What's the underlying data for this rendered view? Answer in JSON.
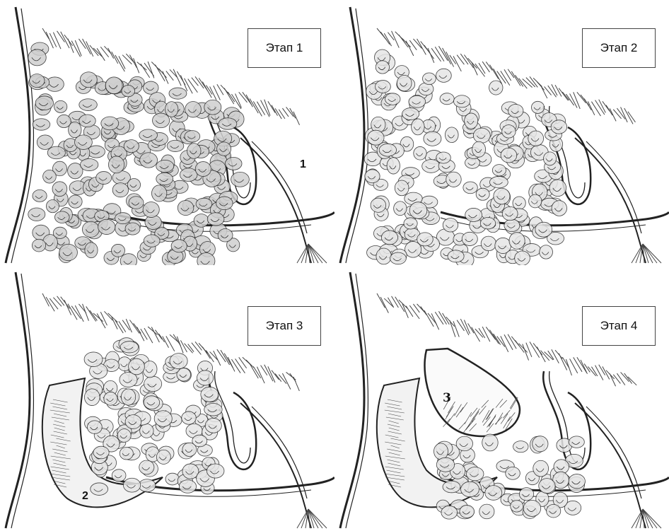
{
  "colors": {
    "ink": "#222222",
    "hatch": "#444444",
    "cell_fill_dense": "#cfcfcf",
    "cell_fill_light": "#e6e6e6",
    "background": "#ffffff"
  },
  "panels": [
    {
      "stage_label": "Этап 1",
      "marker": "1"
    },
    {
      "stage_label": "Этап 2",
      "marker": ""
    },
    {
      "stage_label": "Этап 3",
      "marker": "2"
    },
    {
      "stage_label": "Этап 4",
      "marker": "3"
    }
  ]
}
